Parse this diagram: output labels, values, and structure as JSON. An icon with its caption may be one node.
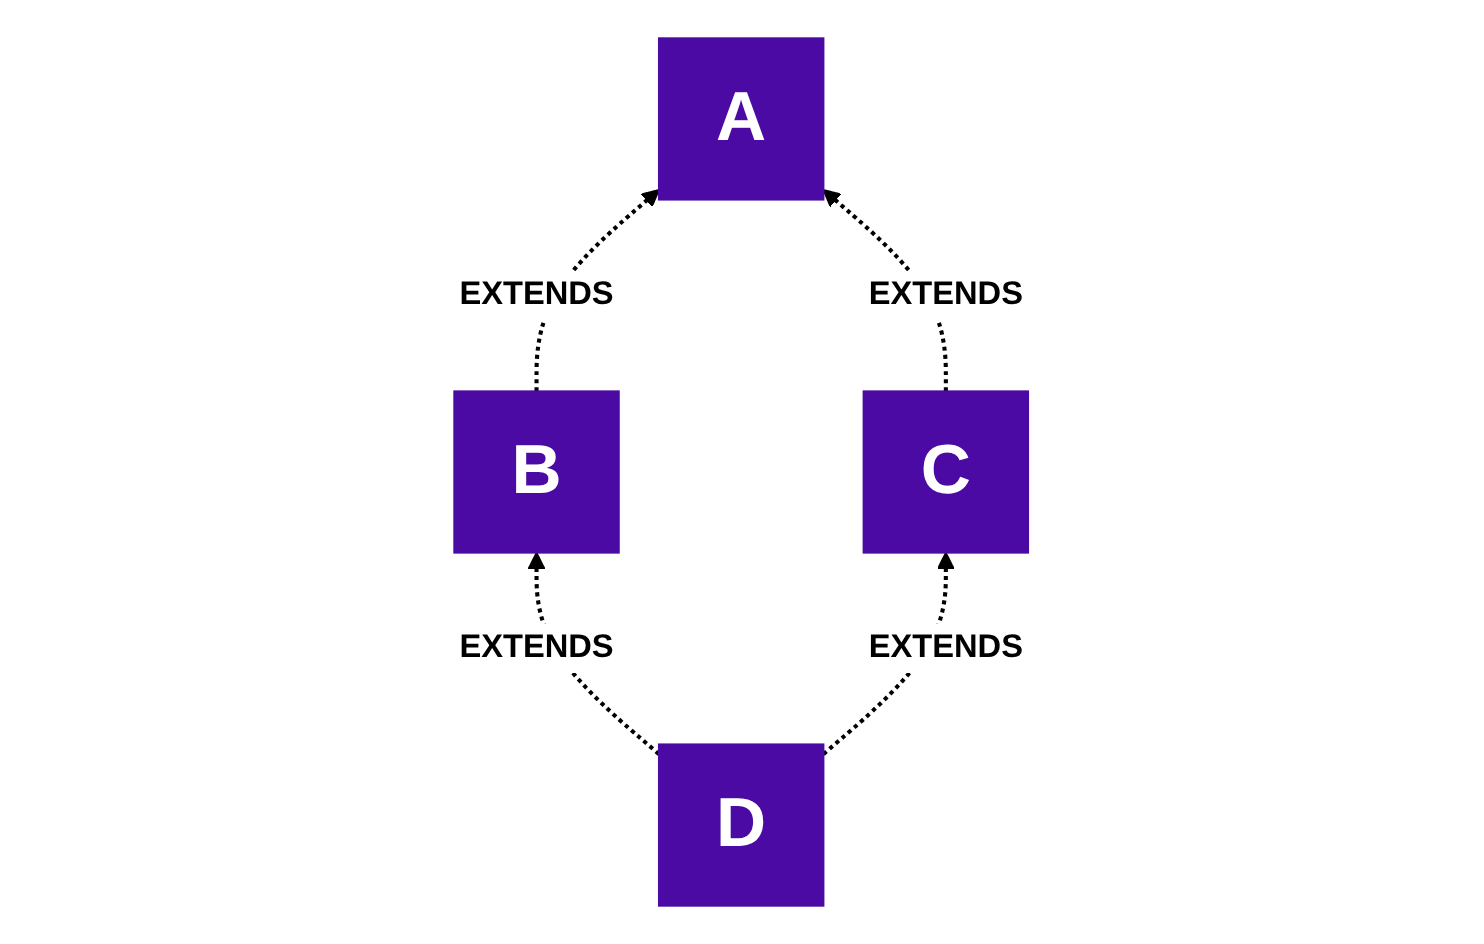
{
  "diagram": {
    "nodes": [
      {
        "text": [
          "A"
        ]
      },
      {
        "text": [
          "B"
        ]
      },
      {
        "text": [
          "C"
        ]
      },
      {
        "text": [
          "D"
        ]
      }
    ],
    "edges": [
      {
        "from": 1,
        "to": 0,
        "arrow": "to",
        "label": "EXTENDS",
        "style": "dashed"
      },
      {
        "from": 2,
        "to": 0,
        "arrow": "to",
        "label": "EXTENDS",
        "style": "dashed"
      },
      {
        "from": 3,
        "to": 1,
        "arrow": "to",
        "label": "EXTENDS",
        "style": "dashed"
      },
      {
        "from": 3,
        "to": 2,
        "arrow": "to",
        "label": "EXTENDS",
        "style": "dashed"
      }
    ]
  }
}
